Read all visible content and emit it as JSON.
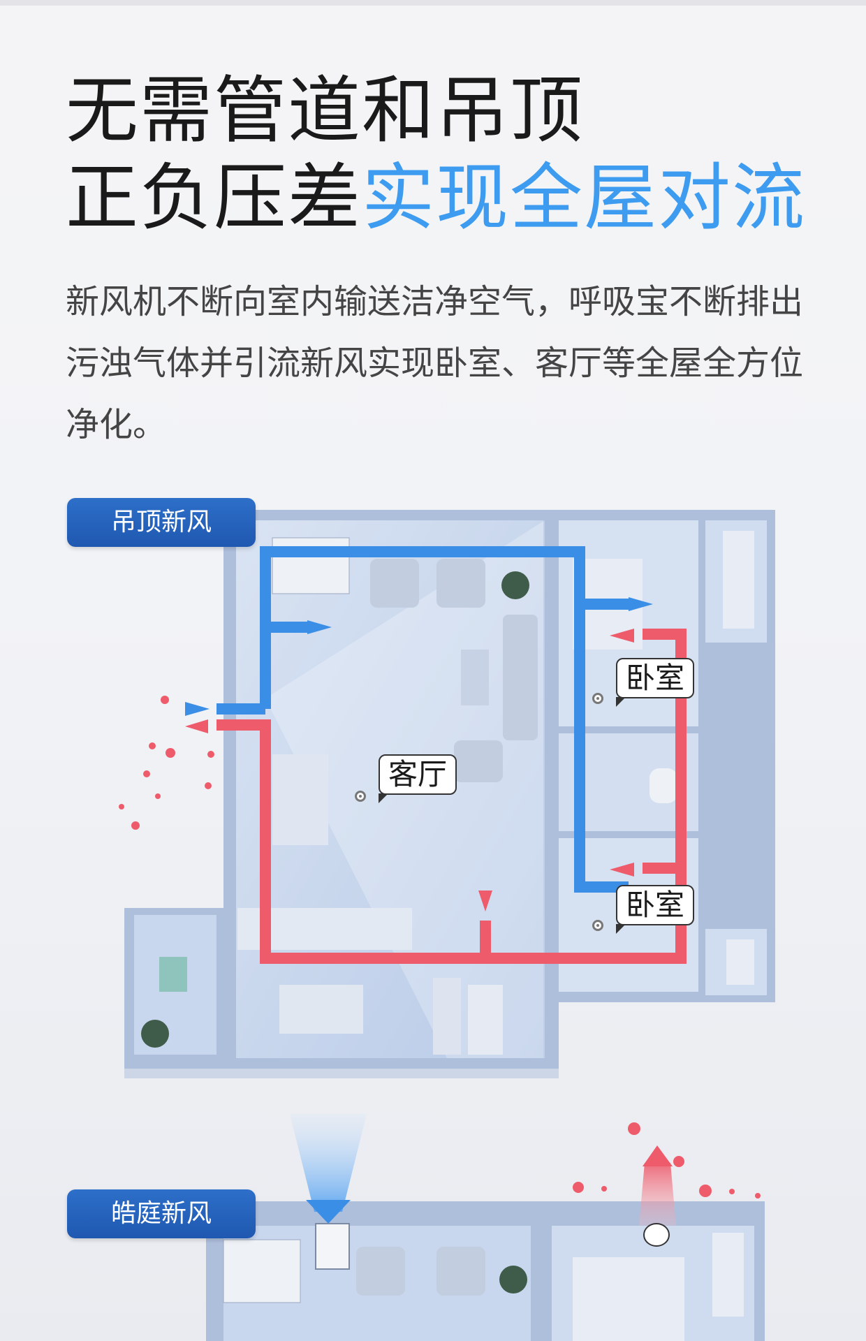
{
  "heading": {
    "line1": "无需管道和吊顶",
    "line2_plain": "正负压差",
    "line2_highlight": "实现全屋对流"
  },
  "description": "新风机不断向室内输送洁净空气，呼吸宝不断排出污浊气体并引流新风实现卧室、客厅等全屋全方位净化。",
  "section1": {
    "badge": "吊顶新风",
    "rooms": {
      "living": "客厅",
      "bedroom_top": "卧室",
      "bedroom_bottom": "卧室"
    }
  },
  "section2": {
    "badge": "皓庭新风"
  },
  "colors": {
    "accent_blue": "#3d9cf0",
    "badge_blue": "#2563bd",
    "fresh_air": "#3b8ee6",
    "exhaust_air": "#ee5b6b"
  }
}
